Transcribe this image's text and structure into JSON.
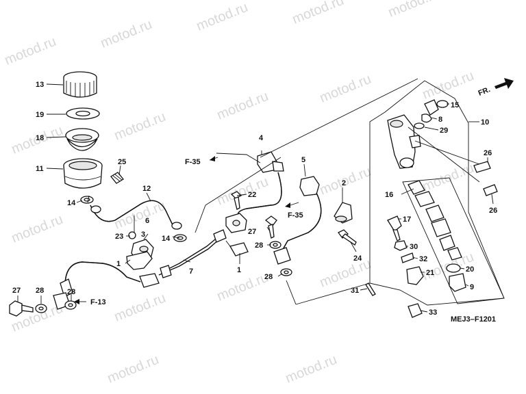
{
  "watermark": "motod.ru",
  "diagram_code": "MEJ3–F1201",
  "direction_label": "FR.",
  "parts": [
    {
      "id": "p1a",
      "label": "1"
    },
    {
      "id": "p1b",
      "label": "1"
    },
    {
      "id": "p2",
      "label": "2"
    },
    {
      "id": "p3",
      "label": "3"
    },
    {
      "id": "p4",
      "label": "4"
    },
    {
      "id": "p5",
      "label": "5"
    },
    {
      "id": "p6",
      "label": "6"
    },
    {
      "id": "p7",
      "label": "7"
    },
    {
      "id": "p8",
      "label": "8"
    },
    {
      "id": "p9",
      "label": "9"
    },
    {
      "id": "p10",
      "label": "10"
    },
    {
      "id": "p11",
      "label": "11"
    },
    {
      "id": "p12",
      "label": "12"
    },
    {
      "id": "p13",
      "label": "13"
    },
    {
      "id": "p14a",
      "label": "14"
    },
    {
      "id": "p14b",
      "label": "14"
    },
    {
      "id": "p15",
      "label": "15"
    },
    {
      "id": "p16",
      "label": "16"
    },
    {
      "id": "p17",
      "label": "17"
    },
    {
      "id": "p18",
      "label": "18"
    },
    {
      "id": "p19",
      "label": "19"
    },
    {
      "id": "p20",
      "label": "20"
    },
    {
      "id": "p21",
      "label": "21"
    },
    {
      "id": "p22",
      "label": "22"
    },
    {
      "id": "p23",
      "label": "23"
    },
    {
      "id": "p24",
      "label": "24"
    },
    {
      "id": "p25",
      "label": "25"
    },
    {
      "id": "p26a",
      "label": "26"
    },
    {
      "id": "p26b",
      "label": "26"
    },
    {
      "id": "p27a",
      "label": "27"
    },
    {
      "id": "p27b",
      "label": "27"
    },
    {
      "id": "p28a",
      "label": "28"
    },
    {
      "id": "p28b",
      "label": "28"
    },
    {
      "id": "p28c",
      "label": "28"
    },
    {
      "id": "p28d",
      "label": "28"
    },
    {
      "id": "p29",
      "label": "29"
    },
    {
      "id": "p30",
      "label": "30"
    },
    {
      "id": "p31",
      "label": "31"
    },
    {
      "id": "p32",
      "label": "32"
    },
    {
      "id": "p33",
      "label": "33"
    }
  ],
  "references": [
    {
      "id": "f35a",
      "label": "F-35"
    },
    {
      "id": "f35b",
      "label": "F-35"
    },
    {
      "id": "f13",
      "label": "F-13"
    }
  ]
}
